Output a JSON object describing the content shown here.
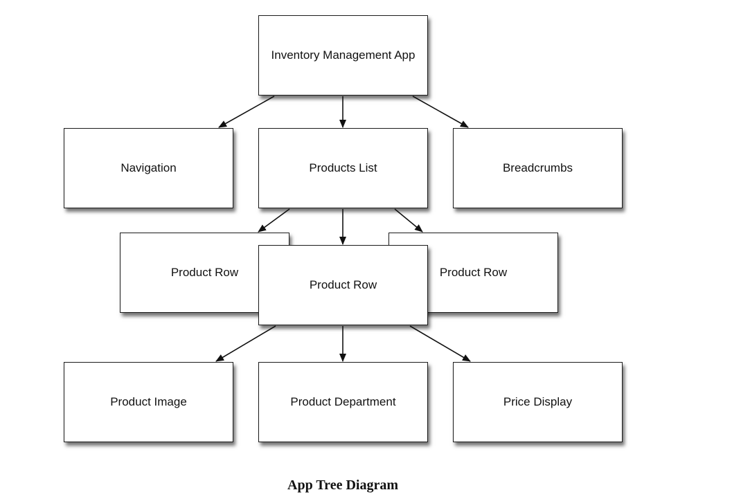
{
  "nodes": {
    "root": "Inventory Management App",
    "navigation": "Navigation",
    "products_list": "Products List",
    "breadcrumbs": "Breadcrumbs",
    "product_row_left": "Product Row",
    "product_row_center": "Product Row",
    "product_row_right": "Product Row",
    "product_image": "Product Image",
    "product_department": "Product Department",
    "price_display": "Price Display"
  },
  "edges": [
    {
      "from": "root",
      "to": "navigation"
    },
    {
      "from": "root",
      "to": "products_list"
    },
    {
      "from": "root",
      "to": "breadcrumbs"
    },
    {
      "from": "products_list",
      "to": "product_row_left"
    },
    {
      "from": "products_list",
      "to": "product_row_center"
    },
    {
      "from": "products_list",
      "to": "product_row_right"
    },
    {
      "from": "product_row_center",
      "to": "product_image"
    },
    {
      "from": "product_row_center",
      "to": "product_department"
    },
    {
      "from": "product_row_center",
      "to": "price_display"
    }
  ],
  "caption": "App Tree Diagram"
}
